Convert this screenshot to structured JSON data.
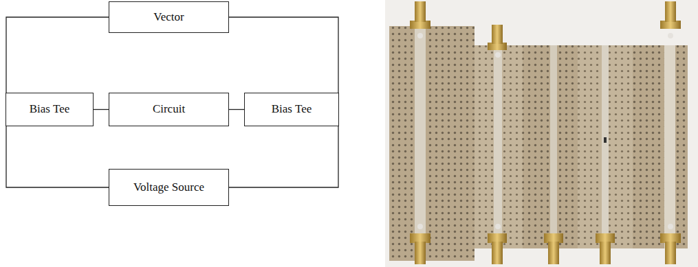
{
  "diagram": {
    "nodes": [
      {
        "text": [
          "Vector"
        ]
      },
      {
        "text": [
          "Bias Tee"
        ]
      },
      {
        "text": [
          "Circuit"
        ]
      },
      {
        "text": [
          "Bias Tee"
        ]
      },
      {
        "text": [
          "Voltage Source"
        ]
      }
    ],
    "edges": [
      {
        "from": 0,
        "to": 1,
        "arrow": "none"
      },
      {
        "from": 0,
        "to": 3,
        "arrow": "none"
      },
      {
        "from": 1,
        "to": 2,
        "arrow": "none"
      },
      {
        "from": 2,
        "to": 3,
        "arrow": "none"
      },
      {
        "from": 1,
        "to": 4,
        "arrow": "none"
      },
      {
        "from": 3,
        "to": 4,
        "arrow": "none"
      }
    ]
  }
}
